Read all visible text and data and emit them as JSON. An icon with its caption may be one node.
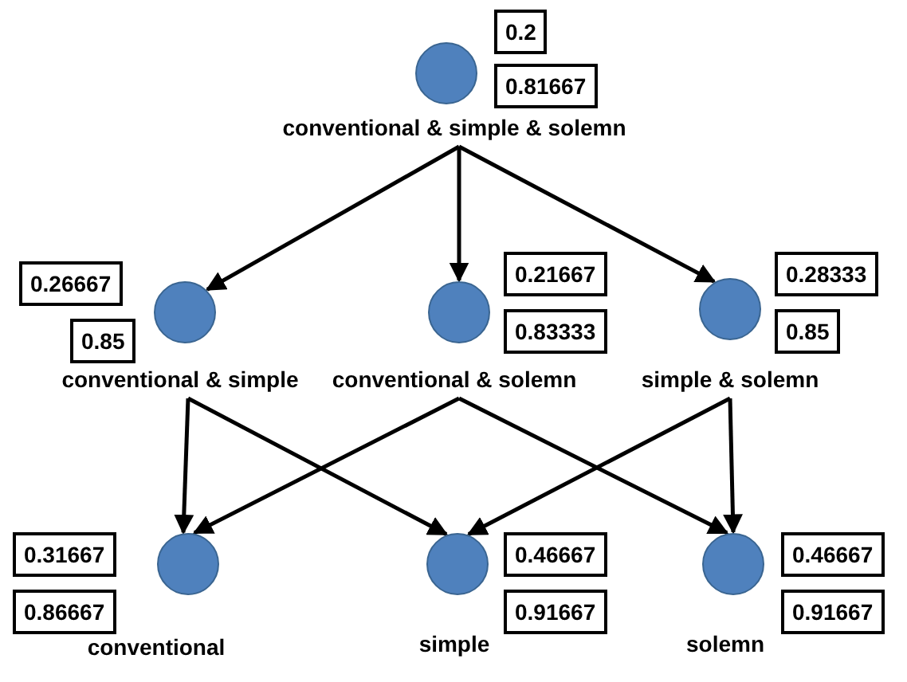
{
  "diagram": {
    "nodes": [
      {
        "text": [
          "conventional & simple & solemn"
        ],
        "beside": [
          "0.2",
          "0.81667"
        ]
      },
      {
        "text": [
          "conventional & simple"
        ],
        "beside": [
          "0.26667",
          "0.85"
        ]
      },
      {
        "text": [
          "conventional & solemn"
        ],
        "beside": [
          "0.21667",
          "0.83333"
        ]
      },
      {
        "text": [
          "simple & solemn"
        ],
        "beside": [
          "0.28333",
          "0.85"
        ]
      },
      {
        "text": [
          "conventional"
        ],
        "beside": [
          "0.31667",
          "0.86667"
        ]
      },
      {
        "text": [
          "simple"
        ],
        "beside": [
          "0.46667",
          "0.91667"
        ]
      },
      {
        "text": [
          "solemn"
        ],
        "beside": [
          "0.46667",
          "0.91667"
        ]
      }
    ],
    "edges": [
      {
        "from": 0,
        "to": 1,
        "arrow": "to"
      },
      {
        "from": 0,
        "to": 2,
        "arrow": "to"
      },
      {
        "from": 0,
        "to": 3,
        "arrow": "to"
      },
      {
        "from": 1,
        "to": 4,
        "arrow": "to"
      },
      {
        "from": 1,
        "to": 5,
        "arrow": "to"
      },
      {
        "from": 2,
        "to": 4,
        "arrow": "to"
      },
      {
        "from": 2,
        "to": 6,
        "arrow": "to"
      },
      {
        "from": 3,
        "to": 5,
        "arrow": "to"
      },
      {
        "from": 3,
        "to": 6,
        "arrow": "to"
      }
    ]
  }
}
